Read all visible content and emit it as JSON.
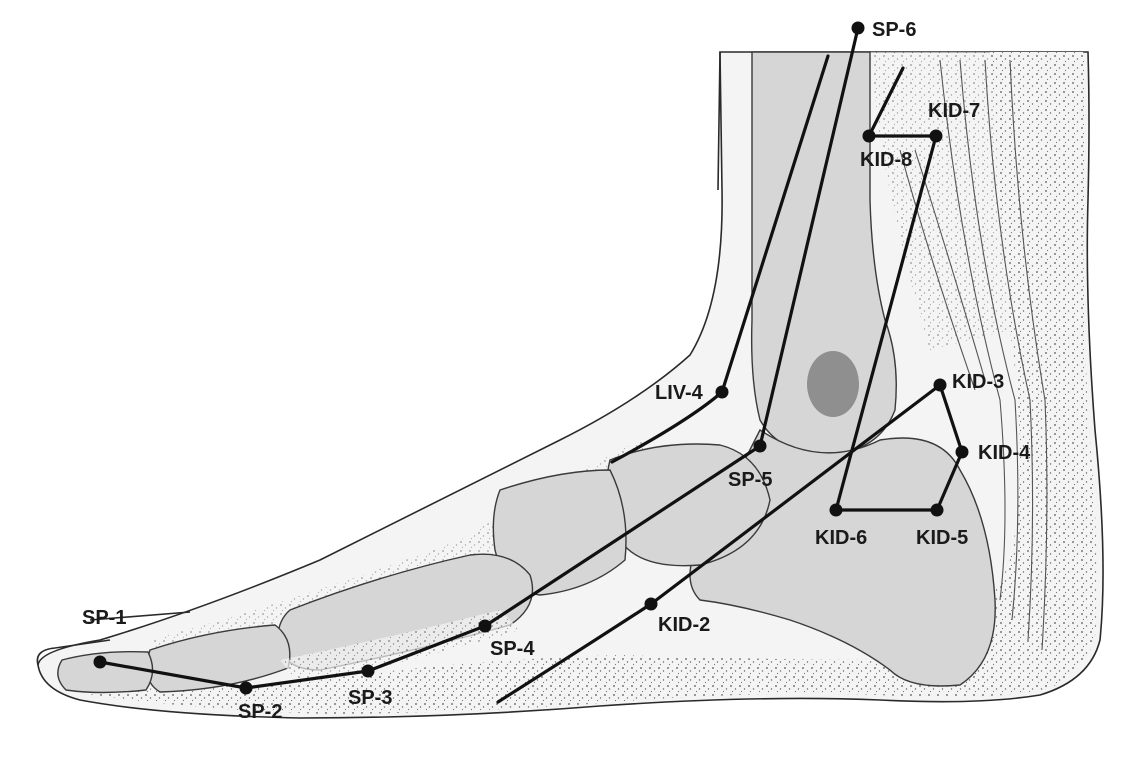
{
  "figure": {
    "colors": {
      "line": "#111111",
      "bone": "#d6d6d6",
      "malleolus": "#8f8f8f",
      "skin_outline": "#2a2a2a"
    },
    "points": [
      {
        "id": "SP-1",
        "label": "SP-1"
      },
      {
        "id": "SP-2",
        "label": "SP-2"
      },
      {
        "id": "SP-3",
        "label": "SP-3"
      },
      {
        "id": "SP-4",
        "label": "SP-4"
      },
      {
        "id": "SP-5",
        "label": "SP-5"
      },
      {
        "id": "SP-6",
        "label": "SP-6"
      },
      {
        "id": "LIV-4",
        "label": "LIV-4"
      },
      {
        "id": "KID-2",
        "label": "KID-2"
      },
      {
        "id": "KID-3",
        "label": "KID-3"
      },
      {
        "id": "KID-4",
        "label": "KID-4"
      },
      {
        "id": "KID-5",
        "label": "KID-5"
      },
      {
        "id": "KID-6",
        "label": "KID-6"
      },
      {
        "id": "KID-7",
        "label": "KID-7"
      },
      {
        "id": "KID-8",
        "label": "KID-8"
      }
    ]
  }
}
